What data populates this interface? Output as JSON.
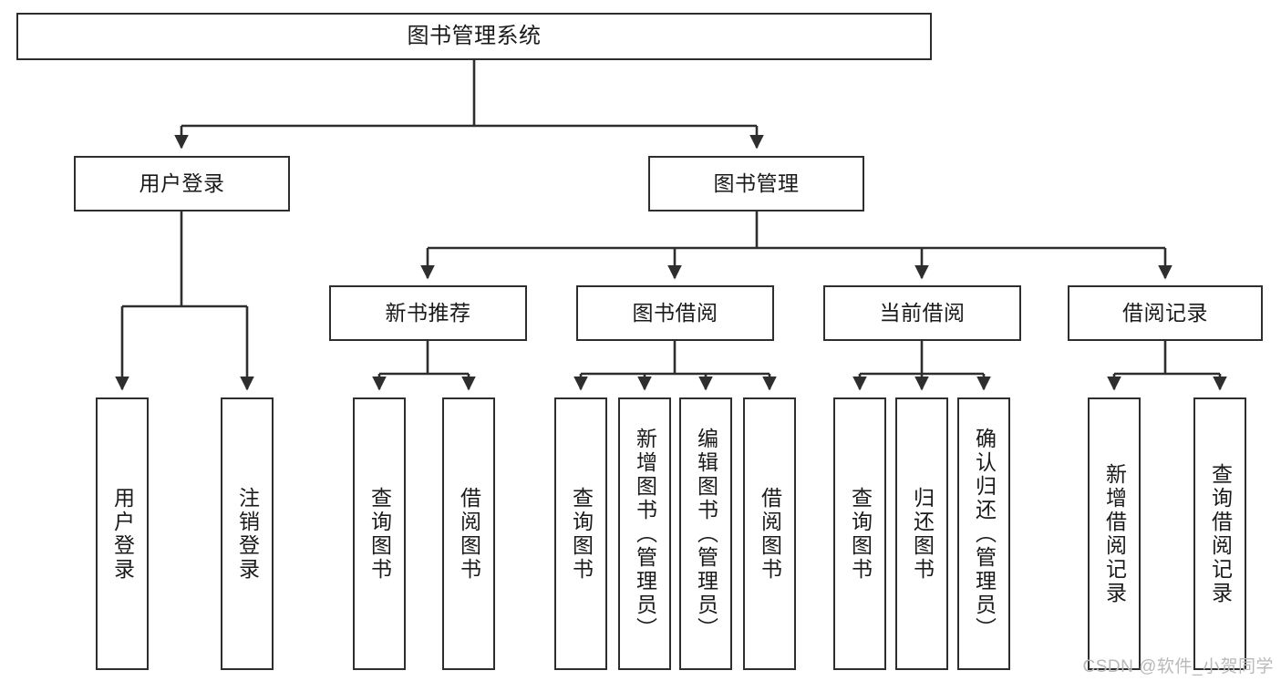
{
  "diagram": {
    "type": "tree-hierarchy-flowchart",
    "title": "图书管理系统",
    "root": {
      "id": "root",
      "label": "图书管理系统"
    },
    "level2": [
      {
        "id": "user-login",
        "label": "用户登录"
      },
      {
        "id": "book-management",
        "label": "图书管理"
      }
    ],
    "level3": [
      {
        "id": "new-book-recommend",
        "label": "新书推荐",
        "parent": "book-management"
      },
      {
        "id": "book-borrow",
        "label": "图书借阅",
        "parent": "book-management"
      },
      {
        "id": "current-borrow",
        "label": "当前借阅",
        "parent": "book-management"
      },
      {
        "id": "borrow-record",
        "label": "借阅记录",
        "parent": "book-management"
      }
    ],
    "leaves": [
      {
        "id": "leaf-user-login",
        "label": "用户登录",
        "parent": "user-login"
      },
      {
        "id": "leaf-logout-login",
        "label": "注销登录",
        "parent": "user-login"
      },
      {
        "id": "leaf-query-book-1",
        "label": "查询图书",
        "parent": "new-book-recommend"
      },
      {
        "id": "leaf-borrow-book-1",
        "label": "借阅图书",
        "parent": "new-book-recommend"
      },
      {
        "id": "leaf-query-book-2",
        "label": "查询图书",
        "parent": "book-borrow"
      },
      {
        "id": "leaf-add-book",
        "label": "新增图书（管理员）",
        "parent": "book-borrow"
      },
      {
        "id": "leaf-edit-book",
        "label": "编辑图书（管理员）",
        "parent": "book-borrow"
      },
      {
        "id": "leaf-borrow-book-2",
        "label": "借阅图书",
        "parent": "book-borrow"
      },
      {
        "id": "leaf-query-book-3",
        "label": "查询图书",
        "parent": "current-borrow"
      },
      {
        "id": "leaf-return-book",
        "label": "归还图书",
        "parent": "current-borrow"
      },
      {
        "id": "leaf-confirm-return",
        "label": "确认归还（管理员）",
        "parent": "current-borrow"
      },
      {
        "id": "leaf-add-borrow-record",
        "label": "新增借阅记录",
        "parent": "borrow-record"
      },
      {
        "id": "leaf-query-borrow-record",
        "label": "查询借阅记录",
        "parent": "borrow-record"
      }
    ],
    "colors": {
      "stroke": "#2e2e2e",
      "fill": "#ffffff",
      "text": "#1a1a1a",
      "watermark": "#b9b9b9"
    }
  },
  "watermark": {
    "text": "CSDN @软件_小贺同学"
  }
}
